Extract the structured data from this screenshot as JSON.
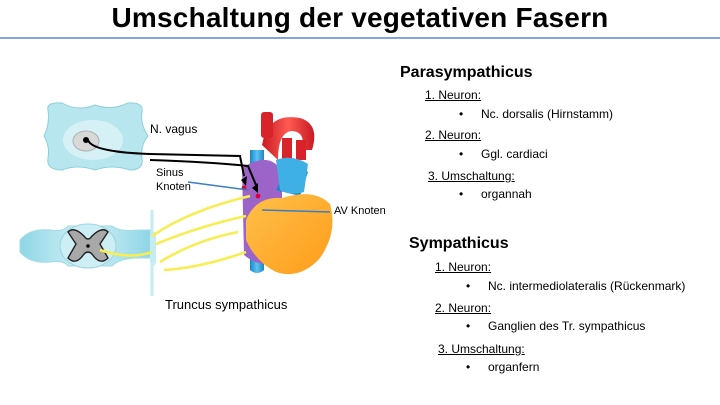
{
  "title": "Umschaltung der vegetativen Fasern",
  "diagram": {
    "label_vagus": "N. vagus",
    "label_sinus_1": "Sinus",
    "label_sinus_2": "Knoten",
    "label_av": "AV Knoten",
    "label_truncus": "Truncus sympathicus"
  },
  "parasympathicus": {
    "heading": "Parasympathicus",
    "neuron1": "1. Neuron:",
    "neuron1_item": "Nc. dorsalis (Hirnstamm)",
    "neuron2": "2. Neuron:",
    "neuron2_item": "Ggl. cardiaci",
    "switch": "3. Umschaltung:",
    "switch_item": "organnah"
  },
  "sympathicus": {
    "heading": "Sympathicus",
    "neuron1": "1. Neuron:",
    "neuron1_item": "Nc. intermediolateralis (Rückenmark)",
    "neuron2": "2. Neuron:",
    "neuron2_item": "Ganglien des Tr. sympathicus",
    "switch": "3. Umschaltung:",
    "switch_item": "organfern"
  }
}
